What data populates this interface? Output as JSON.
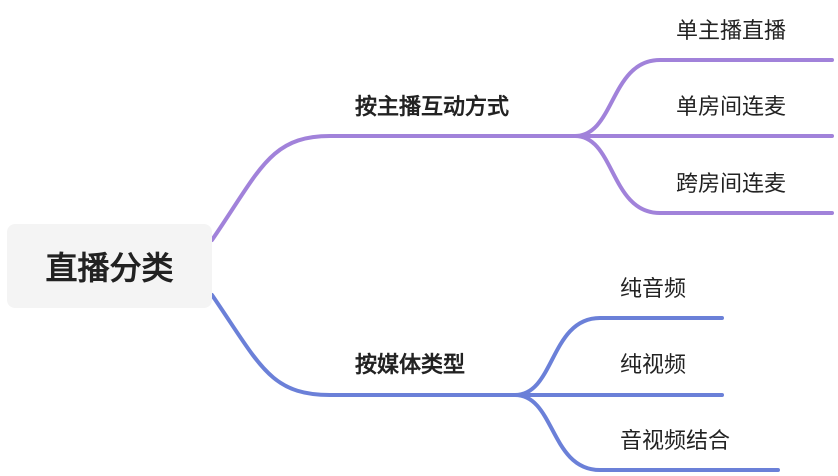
{
  "root": {
    "label": "直播分类"
  },
  "branches": [
    {
      "label": "按主播互动方式",
      "color": "#a182da",
      "children": [
        {
          "label": "单主播直播"
        },
        {
          "label": "单房间连麦"
        },
        {
          "label": "跨房间连麦"
        }
      ]
    },
    {
      "label": "按媒体类型",
      "color": "#6b80d8",
      "children": [
        {
          "label": "纯音频"
        },
        {
          "label": "纯视频"
        },
        {
          "label": "音视频结合"
        }
      ]
    }
  ]
}
